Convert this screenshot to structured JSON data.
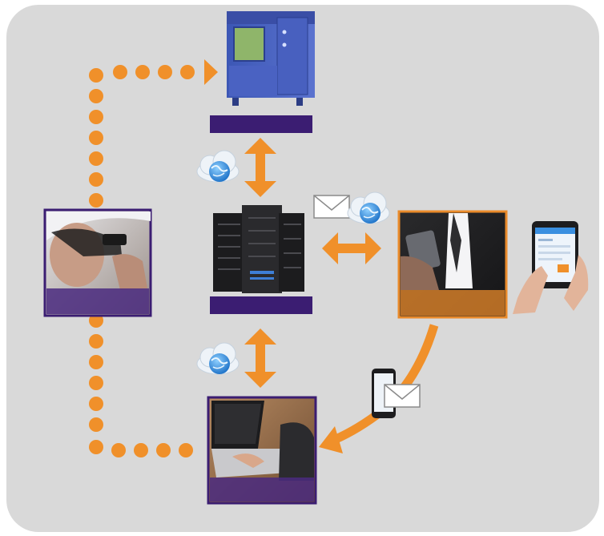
{
  "colors": {
    "panel": "#d9d9d9",
    "orange": "#f0902a",
    "purple": "#3b1d72",
    "purple_band": "#4a2a7f",
    "photo_frame_orange": "#e98a2a",
    "globe_blue": "#2c8de0",
    "cloud": "#eef3f8"
  },
  "nodes": [
    {
      "id": "climate-chamber",
      "icon": "environmental-test-chamber-icon"
    },
    {
      "id": "server",
      "icon": "server-rack-icon"
    },
    {
      "id": "technician",
      "icon": "technician-photo"
    },
    {
      "id": "mobile-user",
      "icon": "smartphone-user-photo"
    },
    {
      "id": "laptop-user",
      "icon": "laptop-user-photo"
    },
    {
      "id": "tablet",
      "icon": "tablet-icon"
    }
  ],
  "links": [
    {
      "from": "technician",
      "to": "climate-chamber",
      "style": "dotted"
    },
    {
      "from": "technician",
      "to": "laptop-user",
      "style": "dotted"
    },
    {
      "from": "climate-chamber",
      "to": "server",
      "style": "double-arrow",
      "icon": "cloud-globe-icon"
    },
    {
      "from": "server",
      "to": "laptop-user",
      "style": "double-arrow",
      "icon": "cloud-globe-icon"
    },
    {
      "from": "server",
      "to": "mobile-user",
      "style": "double-arrow",
      "icon": "envelope-cloud-globe-icon"
    },
    {
      "from": "mobile-user",
      "to": "laptop-user",
      "style": "curved-arrow",
      "icon": "phone-envelope-icon"
    }
  ]
}
